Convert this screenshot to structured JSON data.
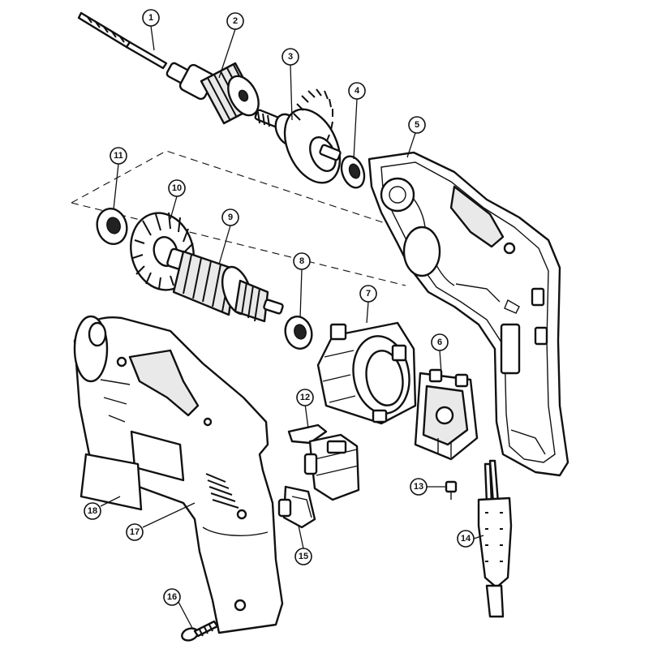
{
  "callouts": [
    {
      "id": 1,
      "label": "1"
    },
    {
      "id": 2,
      "label": "2"
    },
    {
      "id": 3,
      "label": "3"
    },
    {
      "id": 4,
      "label": "4"
    },
    {
      "id": 5,
      "label": "5"
    },
    {
      "id": 6,
      "label": "6"
    },
    {
      "id": 7,
      "label": "7"
    },
    {
      "id": 8,
      "label": "8"
    },
    {
      "id": 9,
      "label": "9"
    },
    {
      "id": 10,
      "label": "10"
    },
    {
      "id": 11,
      "label": "11"
    },
    {
      "id": 12,
      "label": "12"
    },
    {
      "id": 13,
      "label": "13"
    },
    {
      "id": 14,
      "label": "14"
    },
    {
      "id": 15,
      "label": "15"
    },
    {
      "id": 16,
      "label": "16"
    },
    {
      "id": 17,
      "label": "17"
    },
    {
      "id": 18,
      "label": "18"
    }
  ]
}
